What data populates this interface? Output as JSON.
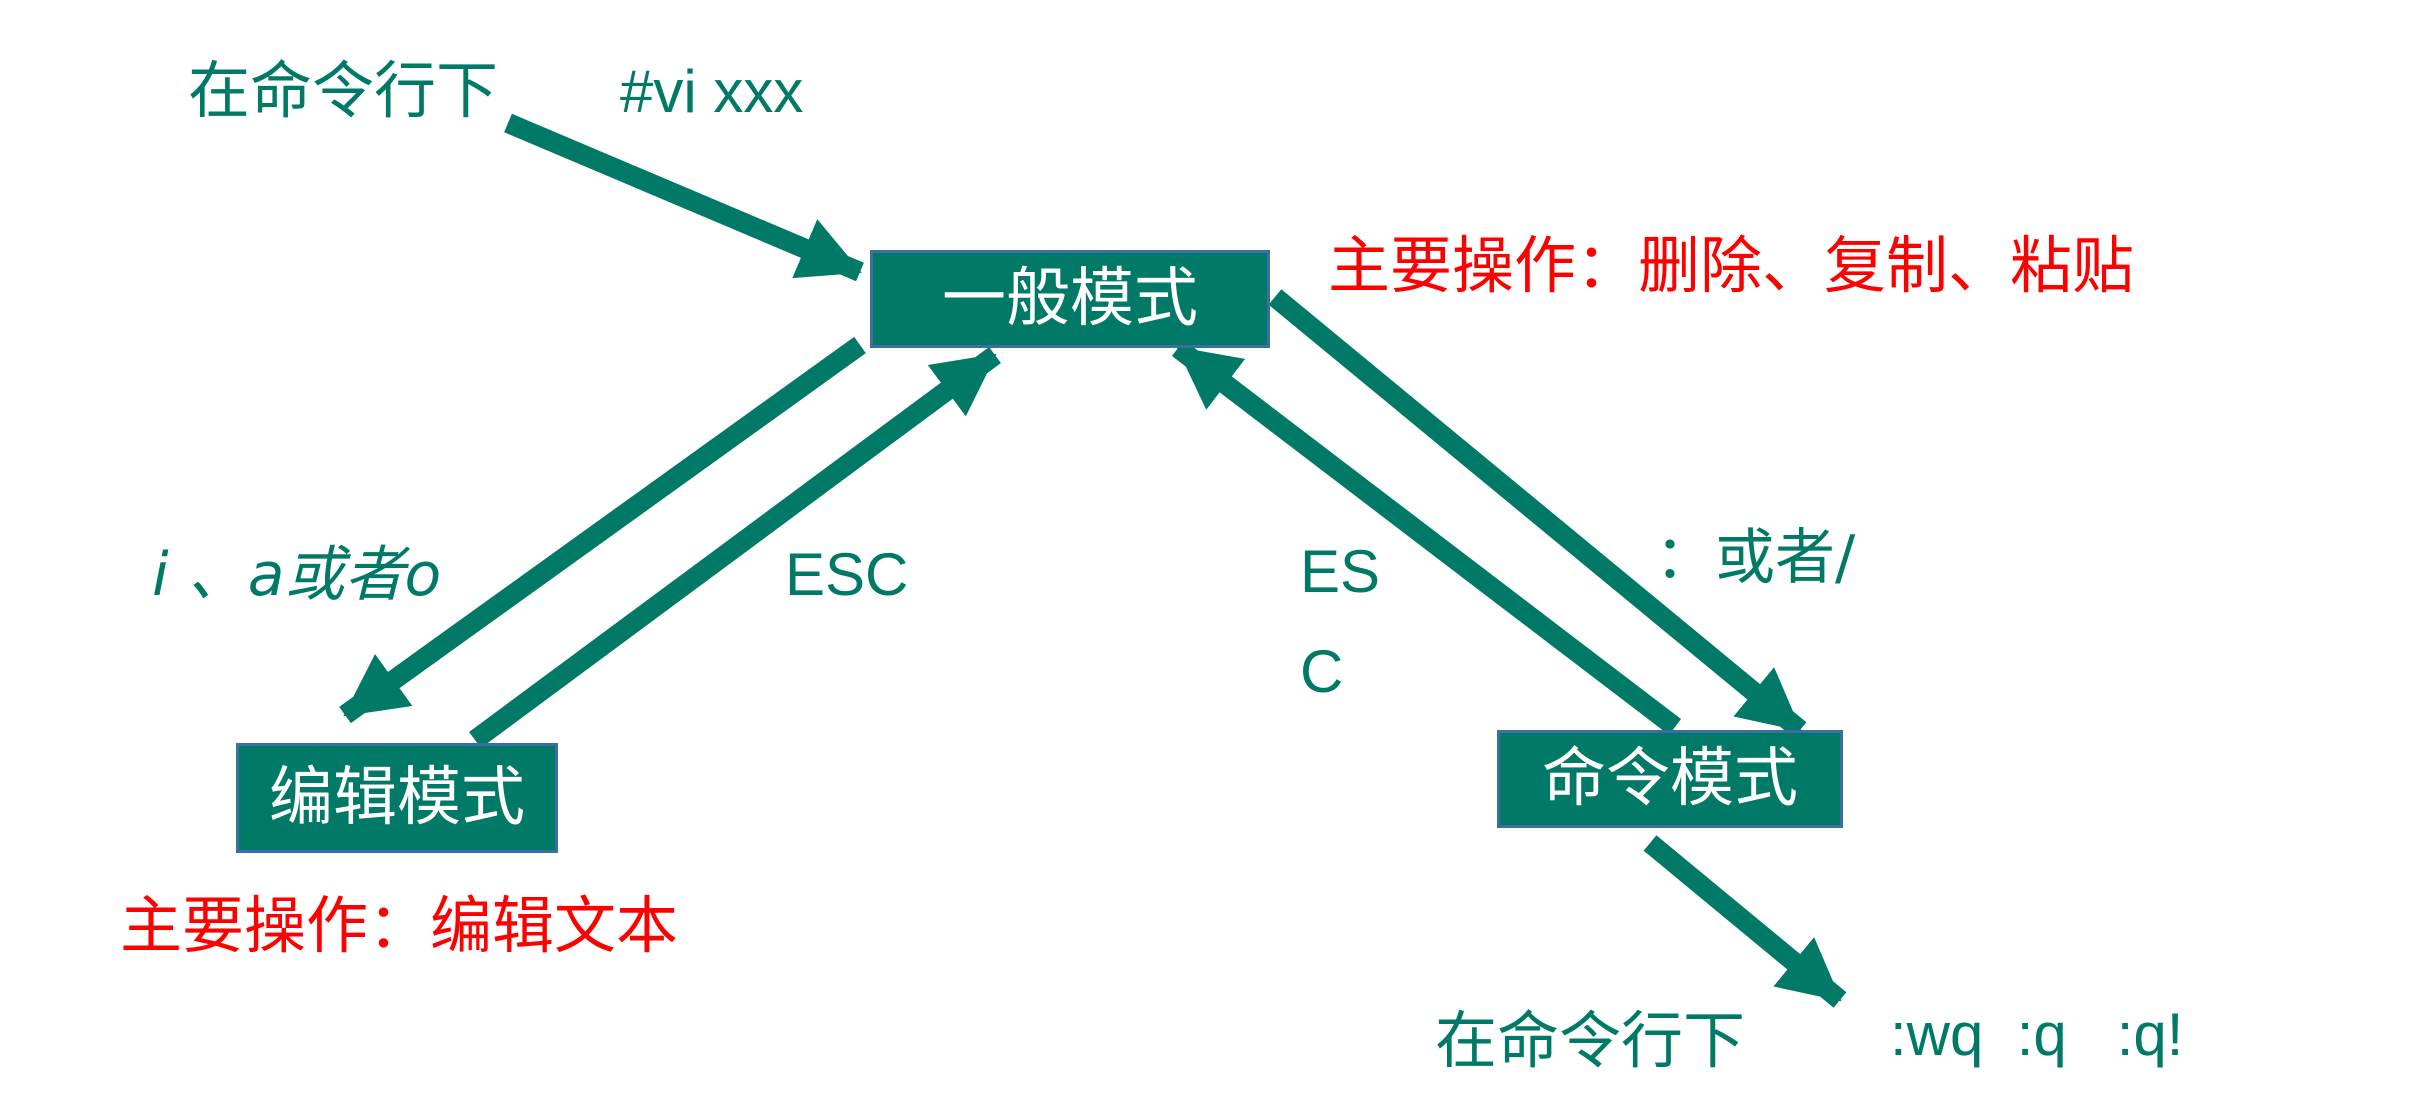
{
  "colors": {
    "accent": "#007a66",
    "box_border": "#3c6fa0",
    "highlight": "#ff0000"
  },
  "start": {
    "command_line_label": "在命令行下",
    "command": "#vi xxx"
  },
  "nodes": {
    "normal_mode": "一般模式",
    "edit_mode": "编辑模式",
    "command_mode": "命令模式"
  },
  "notes": {
    "normal_mode_ops": "主要操作：删除、复制、粘贴",
    "edit_mode_ops": "主要操作：编辑文本"
  },
  "transitions": {
    "to_edit": "i 、a或者o",
    "edit_to_normal": "ESC",
    "command_to_normal_line1": "ES",
    "command_to_normal_line2": "C",
    "to_command": "：或者/"
  },
  "exit": {
    "command_line_label": "在命令行下",
    "commands": ":wq  :q   :q!"
  }
}
